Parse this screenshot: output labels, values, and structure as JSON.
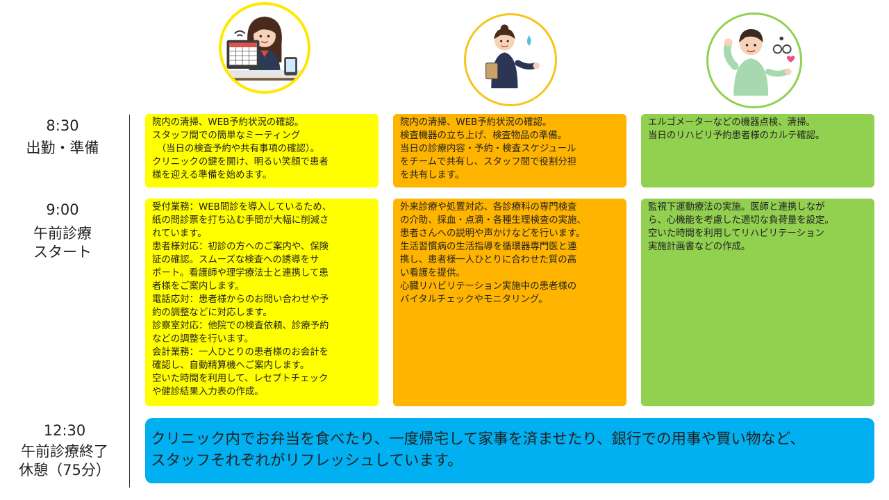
{
  "colors": {
    "reception": "#ffff00",
    "nurse": "#ffb400",
    "therapist": "#92d050",
    "break": "#00b0f0"
  },
  "staff": [
    {
      "role_icon": "receptionist-illustration",
      "ring": "#ffe800"
    },
    {
      "role_icon": "nurse-illustration",
      "ring": "#f5c518"
    },
    {
      "role_icon": "physical-therapist-illustration",
      "ring": "#92d050"
    }
  ],
  "schedule": [
    {
      "time": "8:30",
      "label": "出勤・準備",
      "reception": "院内の清掃、WEB予約状況の確認。\nスタッフ間での簡単なミーティング\n　（当日の検査予約や共有事項の確認）。\nクリニックの鍵を開け、明るい笑顔で患者\n様を迎える準備を始めます。",
      "nurse": "院内の清掃、WEB予約状況の確認。\n検査機器の立ち上げ、検査物品の準備。\n当日の診療内容・予約・検査スケジュール\nをチームで共有し、スタッフ間で役割分担\nを共有します。",
      "therapist": "エルゴメーターなどの機器点検、清掃。\n当日のリハビリ予約患者様のカルテ確認。"
    },
    {
      "time": "9:00",
      "label": "午前診療\nスタート",
      "reception": "受付業務：WEB問診を導入しているため、\n紙の問診票を打ち込む手間が大幅に削減さ\nれています。\n患者様対応：初診の方へのご案内や、保険\n証の確認。スムーズな検査への誘導をサ\nポート。看護師や理学療法士と連携して患\n者様をご案内します。\n電話応対：患者様からのお問い合わせや予\n約の調整などに対応します。\n診察室対応：他院での検査依頼、診療予約\nなどの調整を行います。\n会計業務：一人ひとりの患者様のお会計を\n確認し、自動精算機へご案内します。\n空いた時間を利用して、レセプトチェック\nや健診結果入力表の作成。",
      "nurse": "外来診療や処置対応、各診療科の専門検査\nの介助、採血・点滴・各種生理検査の実施、\n患者さんへの説明や声かけなどを行います。\n生活習慣病の生活指導を循環器専門医と連\n携し、患者様一人ひとりに合わせた質の高\nい看護を提供。\n心臓リハビリテーション実施中の患者様の\nバイタルチェックやモニタリング。",
      "therapist": "監視下運動療法の実施。医師と連携しなが\nら、心機能を考慮した適切な負荷量を設定。\n空いた時間を利用してリハビリテーション\n実施計画書などの作成。"
    },
    {
      "time": "12:30",
      "label": "午前診療終了\n休憩（75分）",
      "all": "クリニック内でお弁当を食べたり、一度帰宅して家事を済ませたり、銀行での用事や買い物など、\nスタッフそれぞれがリフレッシュしています。"
    }
  ]
}
